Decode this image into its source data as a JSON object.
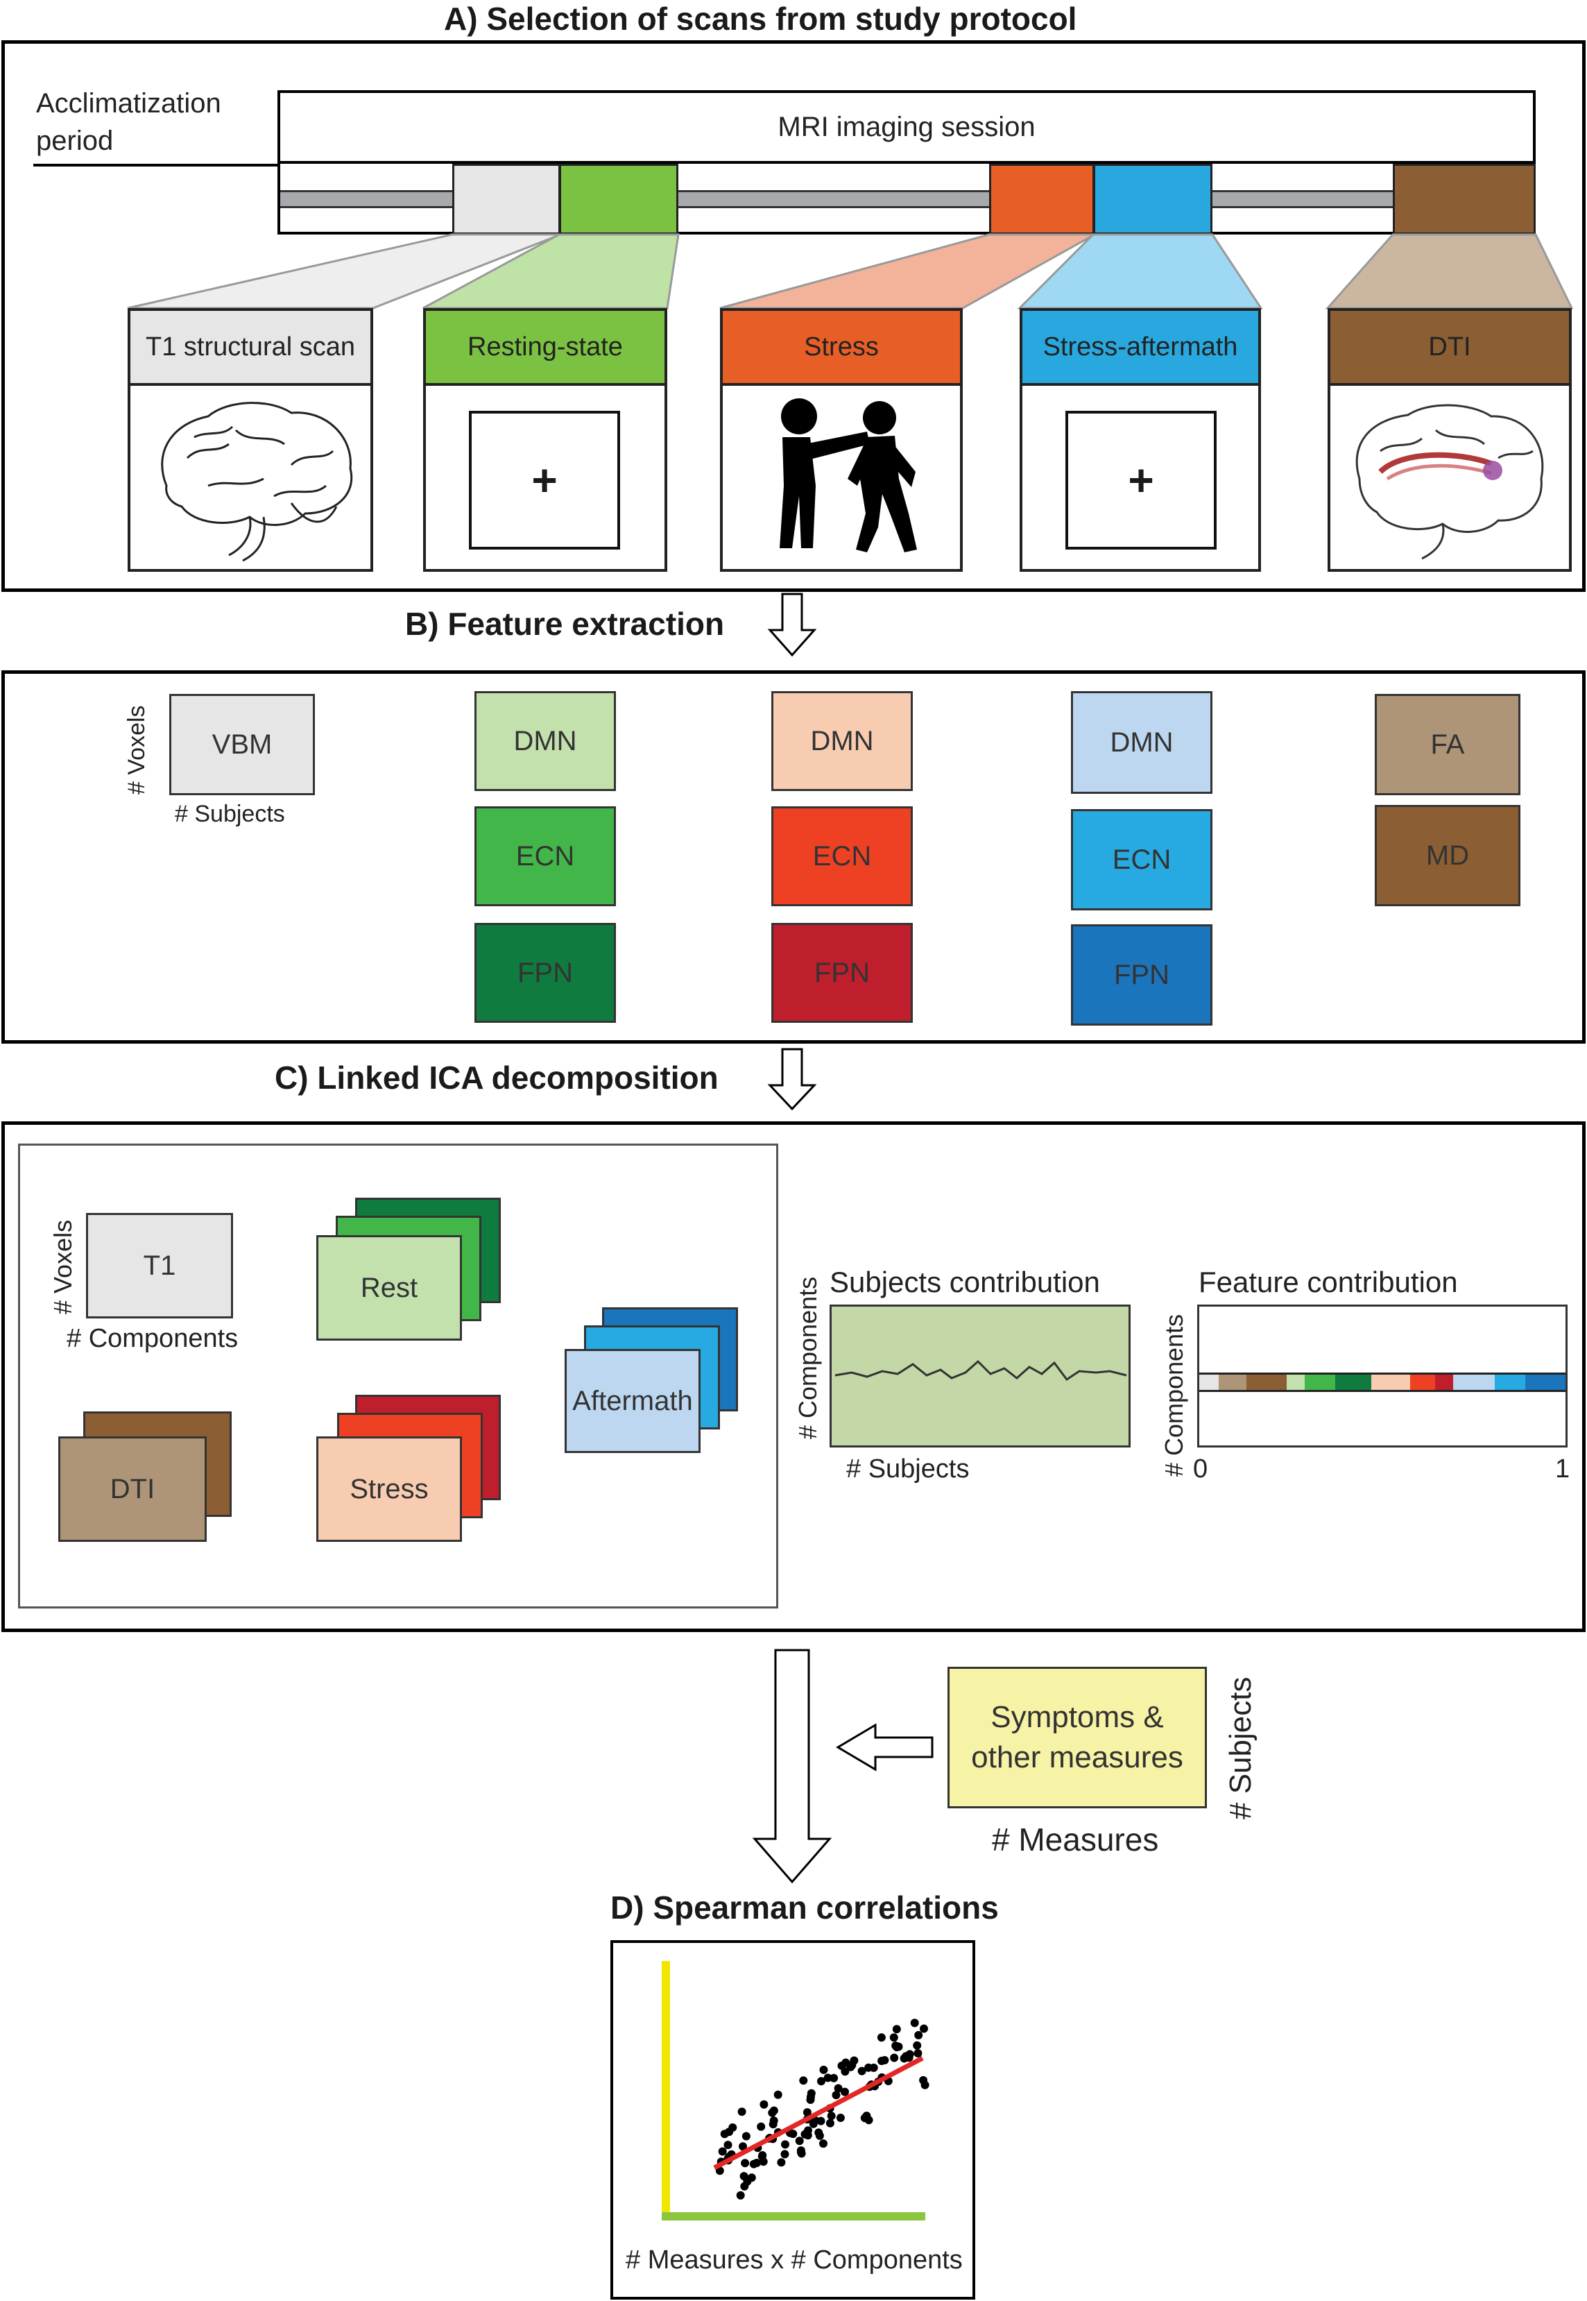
{
  "sectionA": {
    "title": "A) Selection of scans from study protocol",
    "acclimatization": "Acclimatization period",
    "session": "MRI imaging session",
    "scans": [
      {
        "label": "T1 structural scan",
        "color": "#e6e6e6"
      },
      {
        "label": "Resting-state",
        "color": "#7cc242"
      },
      {
        "label": "Stress",
        "color": "#e85e27"
      },
      {
        "label": "Stress-aftermath",
        "color": "#29a8e0"
      },
      {
        "label": "DTI",
        "color": "#8b5e34"
      }
    ],
    "fixation": "+"
  },
  "sectionB": {
    "title": "B) Feature extraction",
    "voxels": "# Voxels",
    "subjects": "# Subjects",
    "vbm": "VBM",
    "rest": {
      "dmn": "DMN",
      "ecn": "ECN",
      "fpn": "FPN"
    },
    "stress": {
      "dmn": "DMN",
      "ecn": "ECN",
      "fpn": "FPN"
    },
    "aftermath": {
      "dmn": "DMN",
      "ecn": "ECN",
      "fpn": "FPN"
    },
    "fa": "FA",
    "md": "MD"
  },
  "sectionC": {
    "title": "C) Linked ICA decomposition",
    "voxels": "# Voxels",
    "components": "# Components",
    "t1": "T1",
    "rest": "Rest",
    "dti": "DTI",
    "stress": "Stress",
    "aftermath": "Aftermath",
    "subjects_contribution": "Subjects contribution",
    "feature_contribution": "Feature contribution",
    "components_axis": "# Components",
    "subjects_axis": "# Subjects",
    "axis_min": "0",
    "axis_max": "1"
  },
  "measures": {
    "box": "Symptoms & other measures",
    "measures_axis": "# Measures",
    "subjects_axis": "# Subjects"
  },
  "sectionD": {
    "title": "D) Spearman correlations",
    "xlabel": "# Measures x # Components"
  }
}
